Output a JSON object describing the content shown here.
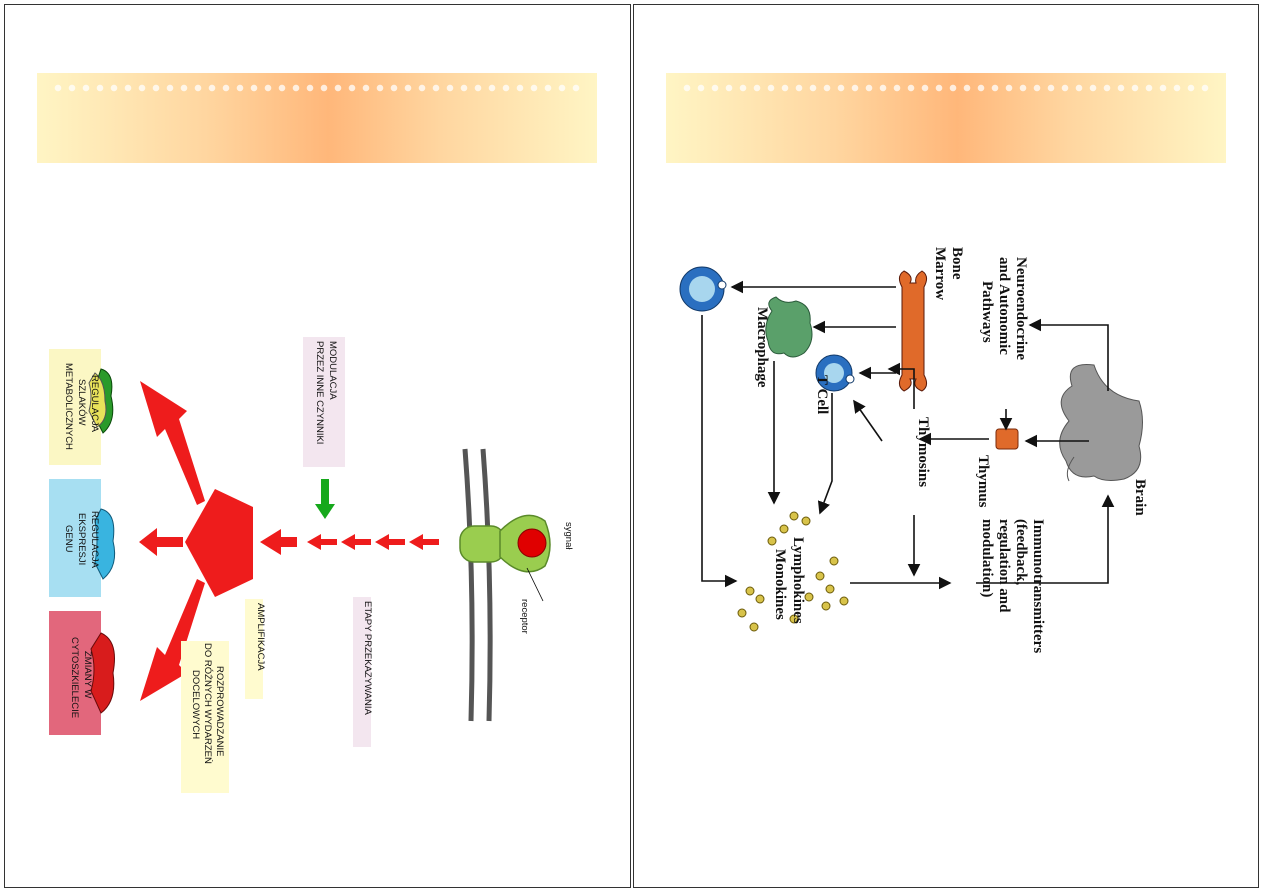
{
  "left_slide": {
    "labels": {
      "sygnal": "sygnał",
      "receptor": "receptor",
      "modulacja": [
        "MODULACJA",
        "PRZEZ INNE CZYNNIKI"
      ],
      "etapy": "ETAPY PRZEKAZYWANIA",
      "amplifikacja": "AMPLIFIKACJA",
      "rozprowadzanie": [
        "ROZPROWADZANIE",
        "DO RÓŻNYCH WYDARZEŃ",
        "DOCELOWYCH"
      ],
      "regulacja_metab": [
        "REGULACJA",
        "SZLAKÓW",
        "METABOLICZNYCH"
      ],
      "regulacja_genu": [
        "REGULACJA",
        "EKSPRESJI",
        "GENU"
      ],
      "zmiany": [
        "ZMIANY W",
        "CYTOSZKIELECIE"
      ]
    },
    "colors": {
      "arrow_red": "#ee1c1c",
      "arrow_green": "#16a81c",
      "receptor_green": "#9acd4f",
      "signal_red": "#e00000"
    }
  },
  "right_slide": {
    "labels": {
      "brain": "Brain",
      "neuroendocrine": [
        "Neuroendocrine",
        "and Autonomic",
        "Pathways"
      ],
      "bone_marrow": [
        "Bone",
        "Marrow"
      ],
      "thymus": "Thymus",
      "thymosins": "Thymosins",
      "t_cell": "T Cell",
      "macrophage": "Macrophage",
      "lymphokines": "Lymphokines",
      "monokines": "Monokines",
      "immunotransmitters": [
        "Immunotransmitters",
        "(feedback,",
        "regulation and",
        "modulation)"
      ]
    },
    "colors": {
      "bone": "#e06a2a",
      "brain": "#9a9a9a",
      "macrophage": "#5aa06a",
      "cell_blue": "#2a6fc0",
      "granule": "#d8c34a"
    }
  }
}
